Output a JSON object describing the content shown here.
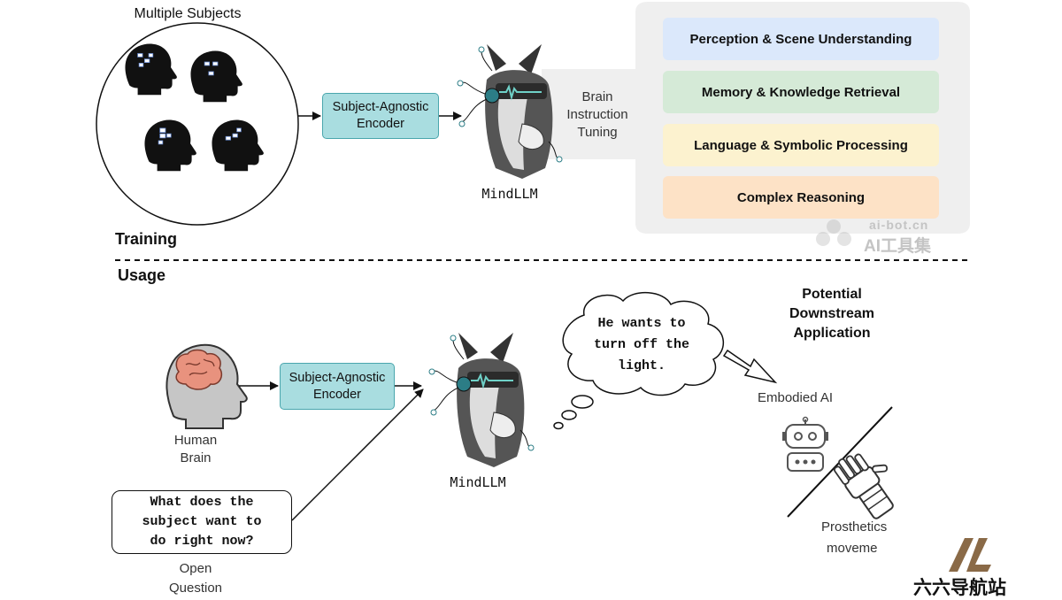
{
  "training": {
    "section_label": "Training",
    "subjects_label": "Multiple Subjects",
    "encoder_label_line1": "Subject-Agnostic",
    "encoder_label_line2": "Encoder",
    "model_label": "MindLLM",
    "tuning_label_line1": "Brain",
    "tuning_label_line2": "Instruction",
    "tuning_label_line3": "Tuning",
    "capabilities": [
      {
        "label": "Perception & Scene Understanding",
        "color": "#dbe8fb"
      },
      {
        "label": "Memory & Knowledge Retrieval",
        "color": "#d5ead7"
      },
      {
        "label": "Language & Symbolic Processing",
        "color": "#fcf2cf"
      },
      {
        "label": "Complex Reasoning",
        "color": "#fde2c6"
      }
    ]
  },
  "usage": {
    "section_label": "Usage",
    "brain_label_line1": "Human",
    "brain_label_line2": "Brain",
    "encoder_label_line1": "Subject-Agnostic",
    "encoder_label_line2": "Encoder",
    "model_label": "MindLLM",
    "question_line1": "What does the",
    "question_line2": "subject want to",
    "question_line3": "do right now?",
    "question_caption_line1": "Open",
    "question_caption_line2": "Question",
    "thought_line1": "He wants to",
    "thought_line2": "turn off the",
    "thought_line3": "light.",
    "downstream_title_line1": "Potential",
    "downstream_title_line2": "Downstream",
    "downstream_title_line3": "Application",
    "embodied_label": "Embodied AI",
    "prosthetics_line1": "Prosthetics",
    "prosthetics_line2": "moveme"
  },
  "watermarks": {
    "site_domain": "ai-bot.cn",
    "site_name": "AI工具集",
    "corner_text": "六六导航站"
  },
  "icons": {
    "head": "head-silhouette-icon",
    "brain": "brain-icon",
    "llama": "llama-icon",
    "robot": "robot-icon",
    "hand": "prosthetic-hand-icon"
  }
}
